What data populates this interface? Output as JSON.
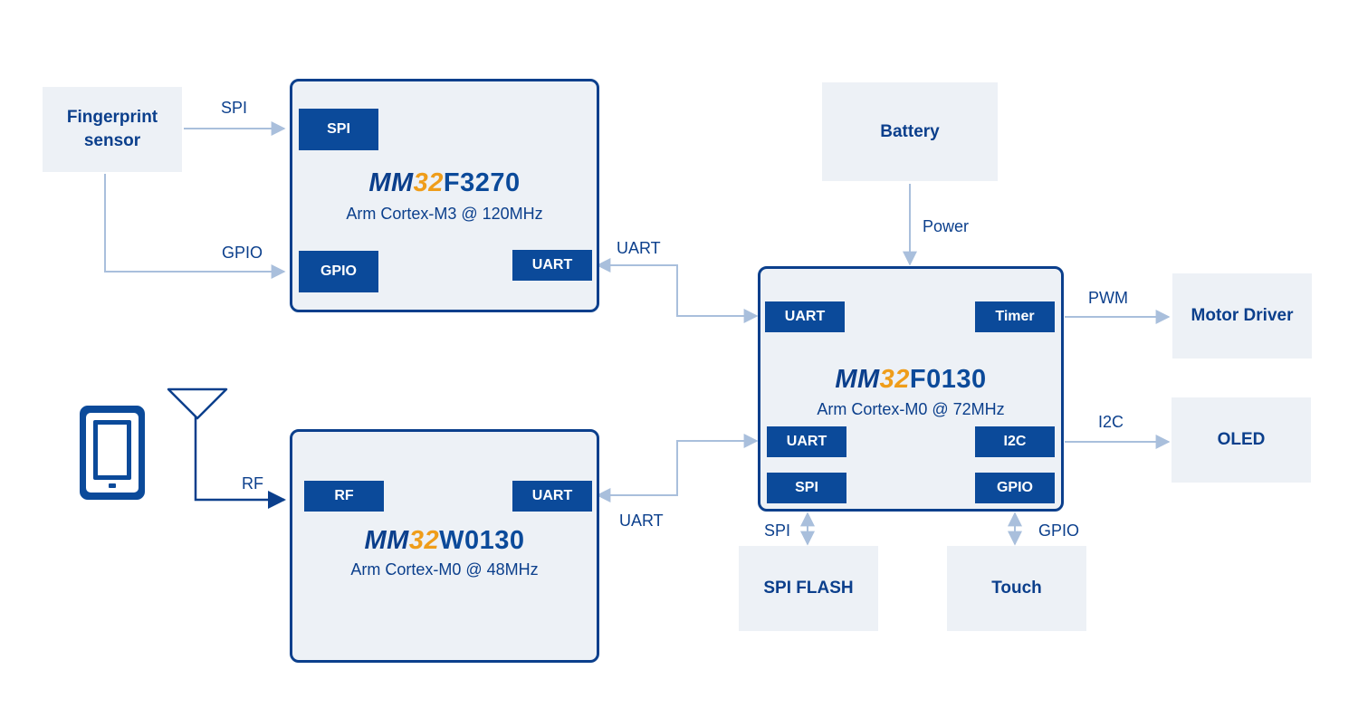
{
  "colors": {
    "navy": "#0b3f8c",
    "port": "#0b4a9a",
    "box_fill": "#edf1f6",
    "accent": "#ef9d1a",
    "wire": "#a9bfdc"
  },
  "icons": [
    "tablet-icon",
    "antenna-icon"
  ],
  "external": {
    "fingerprint": "Fingerprint\nsensor",
    "battery": "Battery",
    "motor_driver": "Motor Driver",
    "oled": "OLED",
    "spi_flash": "SPI FLASH",
    "touch": "Touch"
  },
  "chips": {
    "f3270": {
      "name_prefix": "MM",
      "name_number": "32",
      "name_model": "F3270",
      "core": "Arm Cortex-M3 @ 120MHz",
      "ports": {
        "spi": "SPI",
        "gpio": "GPIO",
        "uart": "UART"
      }
    },
    "w0130": {
      "name_prefix": "MM",
      "name_number": "32",
      "name_model": "W0130",
      "core": "Arm Cortex-M0 @ 48MHz",
      "ports": {
        "rf": "RF",
        "uart": "UART"
      }
    },
    "f0130": {
      "name_prefix": "MM",
      "name_number": "32",
      "name_model": "F0130",
      "core": "Arm Cortex-M0 @ 72MHz",
      "ports": {
        "uart_top": "UART",
        "timer": "Timer",
        "uart_bottom": "UART",
        "i2c": "I2C",
        "spi": "SPI",
        "gpio": "GPIO"
      }
    }
  },
  "connections": {
    "fp_spi": "SPI",
    "fp_gpio": "GPIO",
    "f3270_uart": "UART",
    "w0130_uart": "UART",
    "rf": "RF",
    "power": "Power",
    "pwm": "PWM",
    "i2c": "I2C",
    "flash_spi": "SPI",
    "touch_gpio": "GPIO"
  }
}
